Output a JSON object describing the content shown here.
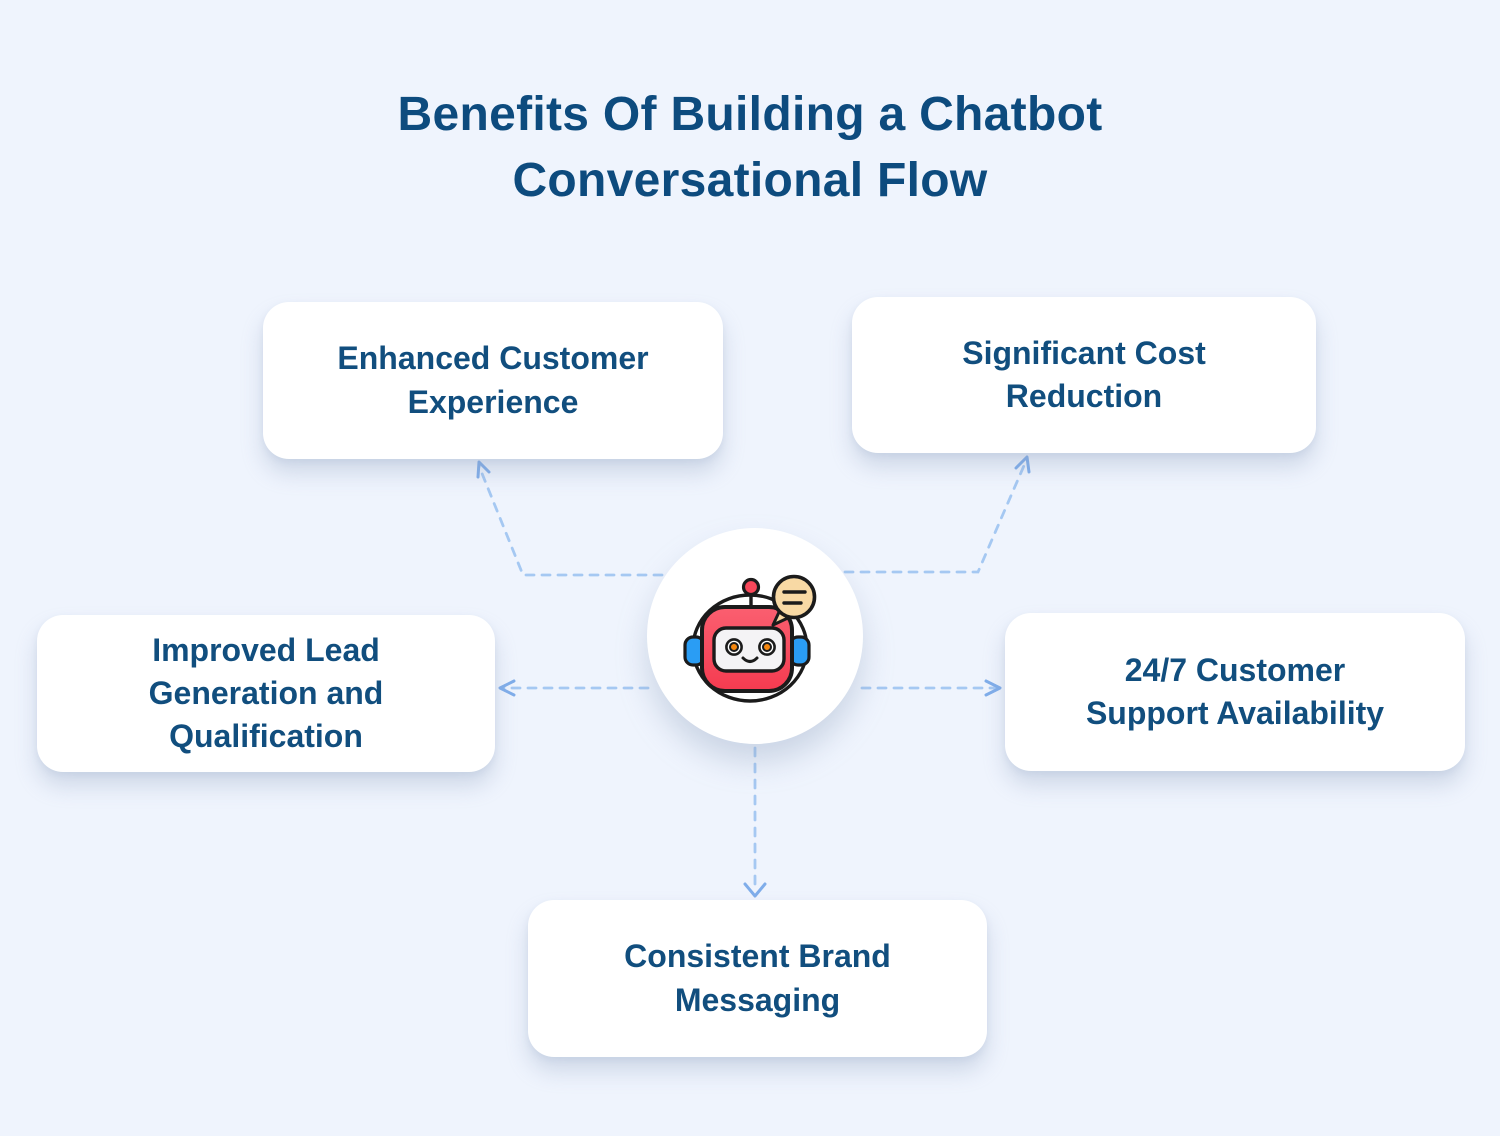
{
  "title": {
    "text": "Benefits Of Building a Chatbot\nConversational Flow"
  },
  "cards": [
    {
      "id": "enhanced-customer-experience",
      "label": "Enhanced Customer\nExperience",
      "position": "top-left"
    },
    {
      "id": "significant-cost-reduction",
      "label": "Significant Cost\nReduction",
      "position": "top-right"
    },
    {
      "id": "improved-lead-generation-and-qualification",
      "label": "Improved Lead\nGeneration and\nQualification",
      "position": "left"
    },
    {
      "id": "24-7-customer-support-availability",
      "label": "24/7 Customer\nSupport Availability",
      "position": "right"
    },
    {
      "id": "consistent-brand-messaging",
      "label": "Consistent Brand\nMessaging",
      "position": "bottom"
    }
  ],
  "center": {
    "icon": "chatbot-robot-icon"
  },
  "colors": {
    "background": "#eff4fd",
    "card_background": "#ffffff",
    "title_text": "#0d4b7e",
    "card_text": "#114e7e",
    "connector_dash": "#a5c8f2",
    "connector_arrowhead": "#7fadea",
    "robot_red": "#f8475a",
    "robot_headphone_blue": "#2a9df4",
    "speech_bubble_cream": "#f8d9a4",
    "robot_eye_orange": "#f5870f",
    "icon_outline": "#1b1b1b"
  }
}
